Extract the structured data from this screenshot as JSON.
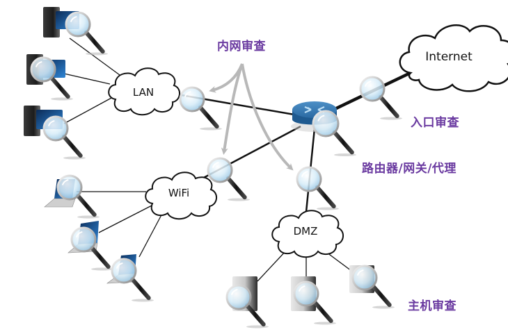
{
  "diagram": {
    "clouds": {
      "internet": "Internet",
      "lan": "LAN",
      "wifi": "WiFi",
      "dmz": "DMZ"
    },
    "annotations": {
      "internal_audit": "内网审查",
      "entry_audit": "入口审查",
      "router_gateway_proxy": "路由器/网关/代理",
      "host_audit": "主机审查"
    },
    "colors": {
      "annotation": "#6a3aa0",
      "router": "#2f6fa8",
      "lens": "#cfe6f5",
      "arrow": "#b8b8b8",
      "link": "#111111"
    },
    "nodes": {
      "lan_hosts": [
        "desktop-1",
        "desktop-2",
        "desktop-3"
      ],
      "wifi_hosts": [
        "laptop-1",
        "laptop-2",
        "laptop-3"
      ],
      "dmz_hosts": [
        "server-1",
        "server-2",
        "server-3"
      ]
    }
  }
}
